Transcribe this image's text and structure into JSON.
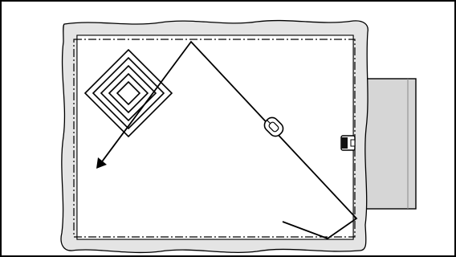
{
  "figure": {
    "elements": {
      "lawn": "lawn-area",
      "boundary": "boundary-wire",
      "mower": "robotic-mower-icon",
      "station": "charging-station-icon",
      "patio": "patio-slab",
      "path": "mowing-path",
      "spiral": "spot-cutting-spiral"
    }
  },
  "colors": {
    "line": "#000000",
    "lawn_fill": "#ffffff",
    "hedge_fill": "#e4e4e4",
    "patio_fill": "#d6d6d6"
  }
}
